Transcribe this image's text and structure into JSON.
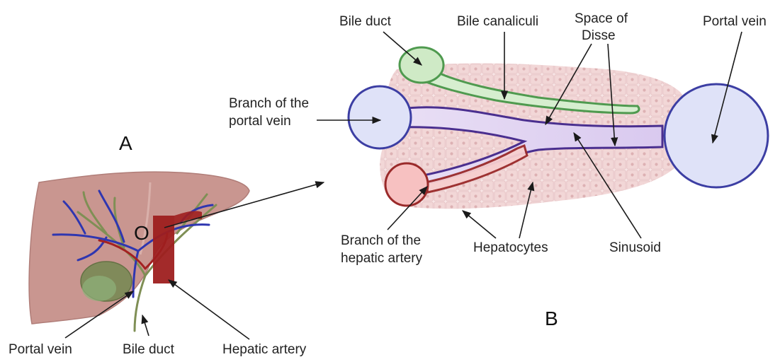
{
  "panels": {
    "a": "A",
    "b": "B"
  },
  "liver": {
    "marker": "O",
    "labels": {
      "portal_vein": "Portal vein",
      "bile_duct": "Bile duct",
      "hepatic_artery": "Hepatic artery"
    }
  },
  "lobule": {
    "labels": {
      "bile_duct": "Bile duct",
      "bile_canaliculi": "Bile canaliculi",
      "space_of_disse_1": "Space of",
      "space_of_disse_2": "Disse",
      "portal_vein": "Portal vein",
      "branch_portal_1": "Branch of the",
      "branch_portal_2": "portal vein",
      "branch_artery_1": "Branch of the",
      "branch_artery_2": "hepatic artery",
      "hepatocytes": "Hepatocytes",
      "sinusoid": "Sinusoid"
    }
  },
  "colors": {
    "liver": "#c9968f",
    "portal_vessel": "#3a3aa8",
    "artery": "#a32121",
    "bile": "#4f9a4f",
    "gallbladder": "#6f8f5a",
    "vein_fill": "#dde0f7",
    "artery_fill": "#f5c4c4",
    "bile_fill": "#d4eccd",
    "sinusoid_fill": "#e6d7f2",
    "tissue": "#f3dcdc"
  }
}
